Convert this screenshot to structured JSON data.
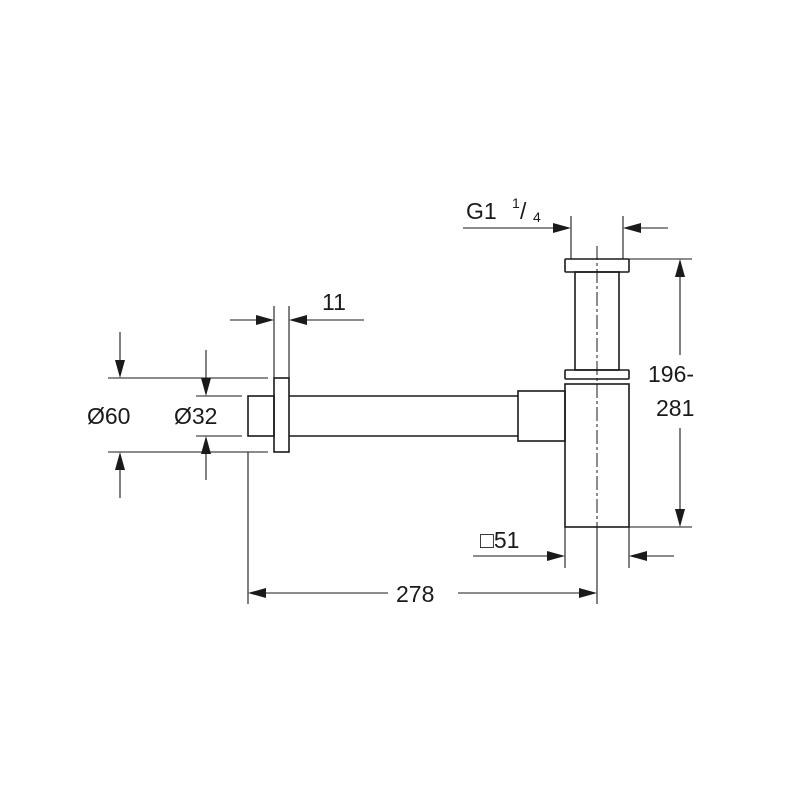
{
  "drawing": {
    "dimensions": {
      "thread": {
        "main": "G1",
        "superscript": "1",
        "slash": "/",
        "subscript": "4"
      },
      "wall_flange_thickness": "11",
      "height_range": {
        "line1": "196-",
        "line2": "281"
      },
      "rosette_diameter": "Ø60",
      "pipe_diameter": "Ø32",
      "body_square": "□51",
      "total_length": "278"
    }
  }
}
